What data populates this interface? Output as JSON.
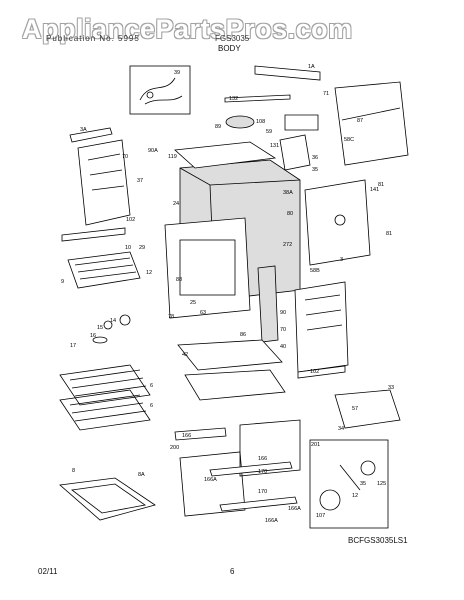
{
  "watermark": "AppliancePartsPros.com",
  "header": {
    "publication": "Publication No. 5995",
    "model": "FGS3035",
    "section": "BODY"
  },
  "footer": {
    "date": "02/11",
    "page": "6"
  },
  "figure_code": "BCFGS3035LS1",
  "part_labels": [
    "39",
    "1A",
    "71",
    "132",
    "87",
    "89",
    "108",
    "59",
    "58C",
    "3A",
    "90A",
    "119",
    "131",
    "36",
    "81",
    "70",
    "37",
    "35",
    "141",
    "38A",
    "24",
    "80",
    "102",
    "10",
    "29",
    "272",
    "81",
    "12",
    "3",
    "88",
    "58B",
    "9",
    "78",
    "63",
    "25",
    "90",
    "15",
    "14",
    "16",
    "17",
    "42",
    "70",
    "86",
    "40",
    "6",
    "102",
    "33",
    "6",
    "57",
    "34",
    "166",
    "200",
    "201",
    "8",
    "8A",
    "166",
    "170",
    "166A",
    "170",
    "166A",
    "166A",
    "35",
    "125",
    "107",
    "12"
  ]
}
